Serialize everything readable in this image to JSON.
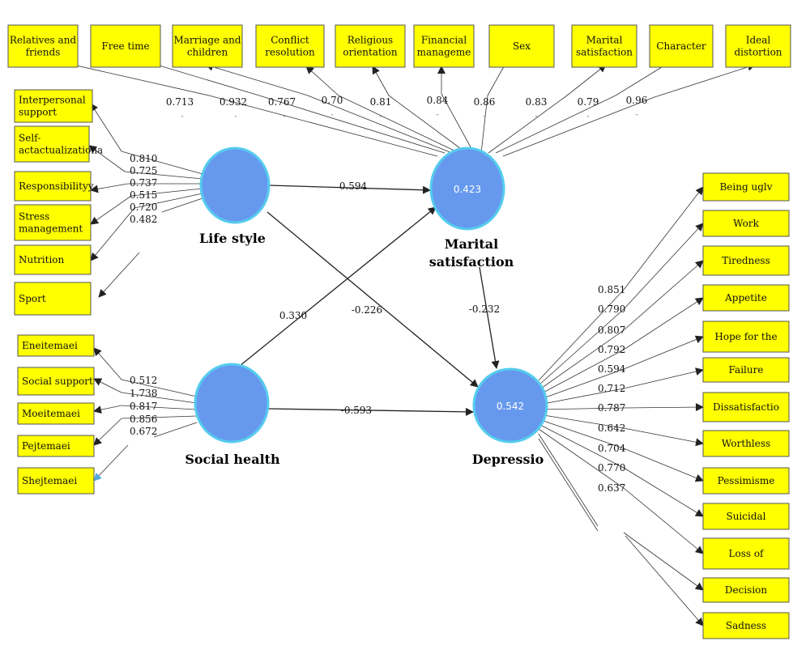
{
  "colors": {
    "box": "#ffff00",
    "latent_fill": "#6699ee",
    "latent_stroke": "#55ccee",
    "blue_arrow": "#55aadd"
  },
  "latents": {
    "lifestyle": {
      "name_lines": [
        "Life style"
      ]
    },
    "marital": {
      "name_lines": [
        "Marital",
        "satisfaction"
      ],
      "r2": "0.423"
    },
    "social": {
      "name_lines": [
        "Social health"
      ]
    },
    "depression": {
      "name_lines": [
        "Depressio"
      ],
      "r2": "0.542"
    }
  },
  "structural_paths": [
    {
      "id": "lifestyle-to-marital",
      "label": "0.594"
    },
    {
      "id": "social-to-marital",
      "label": "0.330"
    },
    {
      "id": "lifestyle-to-depression",
      "label": "-0.226"
    },
    {
      "id": "marital-to-depression",
      "label": "-0.232"
    },
    {
      "id": "social-to-depression",
      "label": "-0.593"
    }
  ],
  "lifestyle_indicators": [
    {
      "lines": [
        "Interpersonal",
        "support"
      ],
      "loading": "0.810"
    },
    {
      "lines": [
        "Self-",
        "actactualizationa"
      ],
      "loading": "0.725"
    },
    {
      "lines": [
        "Responsibilityy"
      ],
      "loading": "0.737"
    },
    {
      "lines": [
        "Stress",
        "management"
      ],
      "loading": "0.515"
    },
    {
      "lines": [
        "Nutrition"
      ],
      "loading": "0.720"
    },
    {
      "lines": [
        "Sport"
      ],
      "loading": "0.482"
    }
  ],
  "social_indicators": [
    {
      "lines": [
        "Eneitemaei"
      ],
      "loading": "0.512"
    },
    {
      "lines": [
        "Social support"
      ],
      "loading": "1.738"
    },
    {
      "lines": [
        "Moeitemaei"
      ],
      "loading": "0.817"
    },
    {
      "lines": [
        "Pejtemaei"
      ],
      "loading": "0.856"
    },
    {
      "lines": [
        "Shejtemaei"
      ],
      "loading": "0.672"
    }
  ],
  "marital_indicators": [
    {
      "lines": [
        "Relatives and",
        "friends"
      ],
      "loading": "0.713"
    },
    {
      "lines": [
        "Free time"
      ],
      "loading": "0.932"
    },
    {
      "lines": [
        "Marriage and",
        "children"
      ],
      "loading": "0.767"
    },
    {
      "lines": [
        "Conflict",
        "resolution"
      ],
      "loading": "0.70"
    },
    {
      "lines": [
        "Religious",
        "orientation"
      ],
      "loading": "0.81"
    },
    {
      "lines": [
        "Financial",
        "manageme"
      ],
      "loading": "0.84"
    },
    {
      "lines": [
        "Sex"
      ],
      "loading": "0.86"
    },
    {
      "lines": [
        "Marital",
        "satisfaction"
      ],
      "loading": "0.83"
    },
    {
      "lines": [
        "Character"
      ],
      "loading": "0.79"
    },
    {
      "lines": [
        "Ideal",
        "distortion"
      ],
      "loading": "0.96"
    }
  ],
  "depression_indicators": [
    {
      "lines": [
        "Being uglv"
      ],
      "loading": "0.851"
    },
    {
      "lines": [
        "Work"
      ],
      "loading": "0.790"
    },
    {
      "lines": [
        "Tiredness"
      ],
      "loading": "0.807"
    },
    {
      "lines": [
        "Appetite"
      ],
      "loading": "0.792"
    },
    {
      "lines": [
        "Hope for the"
      ],
      "loading": "0.594"
    },
    {
      "lines": [
        "Failure"
      ],
      "loading": "0.712"
    },
    {
      "lines": [
        "Dissatisfactio"
      ],
      "loading": "0.787"
    },
    {
      "lines": [
        "Worthless"
      ],
      "loading": "0.642"
    },
    {
      "lines": [
        "Pessimisme"
      ],
      "loading": "0.704"
    },
    {
      "lines": [
        "Suicidal"
      ],
      "loading": "0.770"
    },
    {
      "lines": [
        "Loss of"
      ],
      "loading": "0.637"
    },
    {
      "lines": [
        "Decision"
      ],
      "loading": ""
    },
    {
      "lines": [
        "Sadness"
      ],
      "loading": ""
    }
  ]
}
